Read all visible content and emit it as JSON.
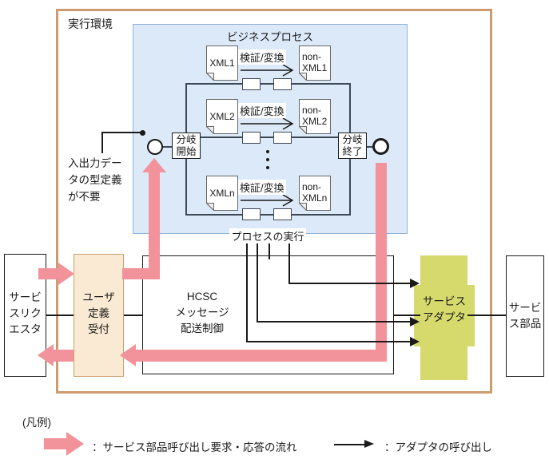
{
  "colors": {
    "pink": "#F2929A",
    "olive": "#D6DA6D",
    "peach": "#FAE9D3",
    "peach-border": "#CBA06F",
    "blue-fill": "#DCE9F8",
    "blue-border": "#8FB3DC",
    "tan": "#CE9B6E",
    "line-dark": "#3C4854",
    "ink": "#1a1a1a"
  },
  "env": {
    "label": "実行環境"
  },
  "process": {
    "title": "ビジネスプロセス",
    "exec_label": "プロセスの実行",
    "branch_start": {
      "l1": "分岐",
      "l2": "開始"
    },
    "branch_end": {
      "l1": "分岐",
      "l2": "終了"
    },
    "rows": [
      {
        "input": "XML1",
        "transform": "検証/変換",
        "out1": "non-",
        "out2": "XML1"
      },
      {
        "input": "XML2",
        "transform": "検証/変換",
        "out1": "non-",
        "out2": "XML2"
      },
      {
        "input": "XMLn",
        "transform": "検証/変換",
        "out1": "non-",
        "out2": "XMLn"
      }
    ]
  },
  "callout": {
    "l1": "入出力デー",
    "l2": "タの型定義",
    "l3": "が不要"
  },
  "nodes": {
    "requester": {
      "l1": "サービ",
      "l2": "スリク",
      "l3": "エスタ"
    },
    "reception": {
      "l1": "ユーザ",
      "l2": "定義",
      "l3": "受付"
    },
    "hcsc": {
      "l1": "HCSC",
      "l2": "メッセージ",
      "l3": "配送制御"
    },
    "adapter": {
      "l1": "サービス",
      "l2": "アダプタ"
    },
    "parts": {
      "l1": "サービ",
      "l2": "ス部品"
    }
  },
  "legend": {
    "title": "(凡例)",
    "pink_label": "：サービス部品呼び出し要求・応答の流れ",
    "black_label": "：アダプタの呼び出し"
  }
}
